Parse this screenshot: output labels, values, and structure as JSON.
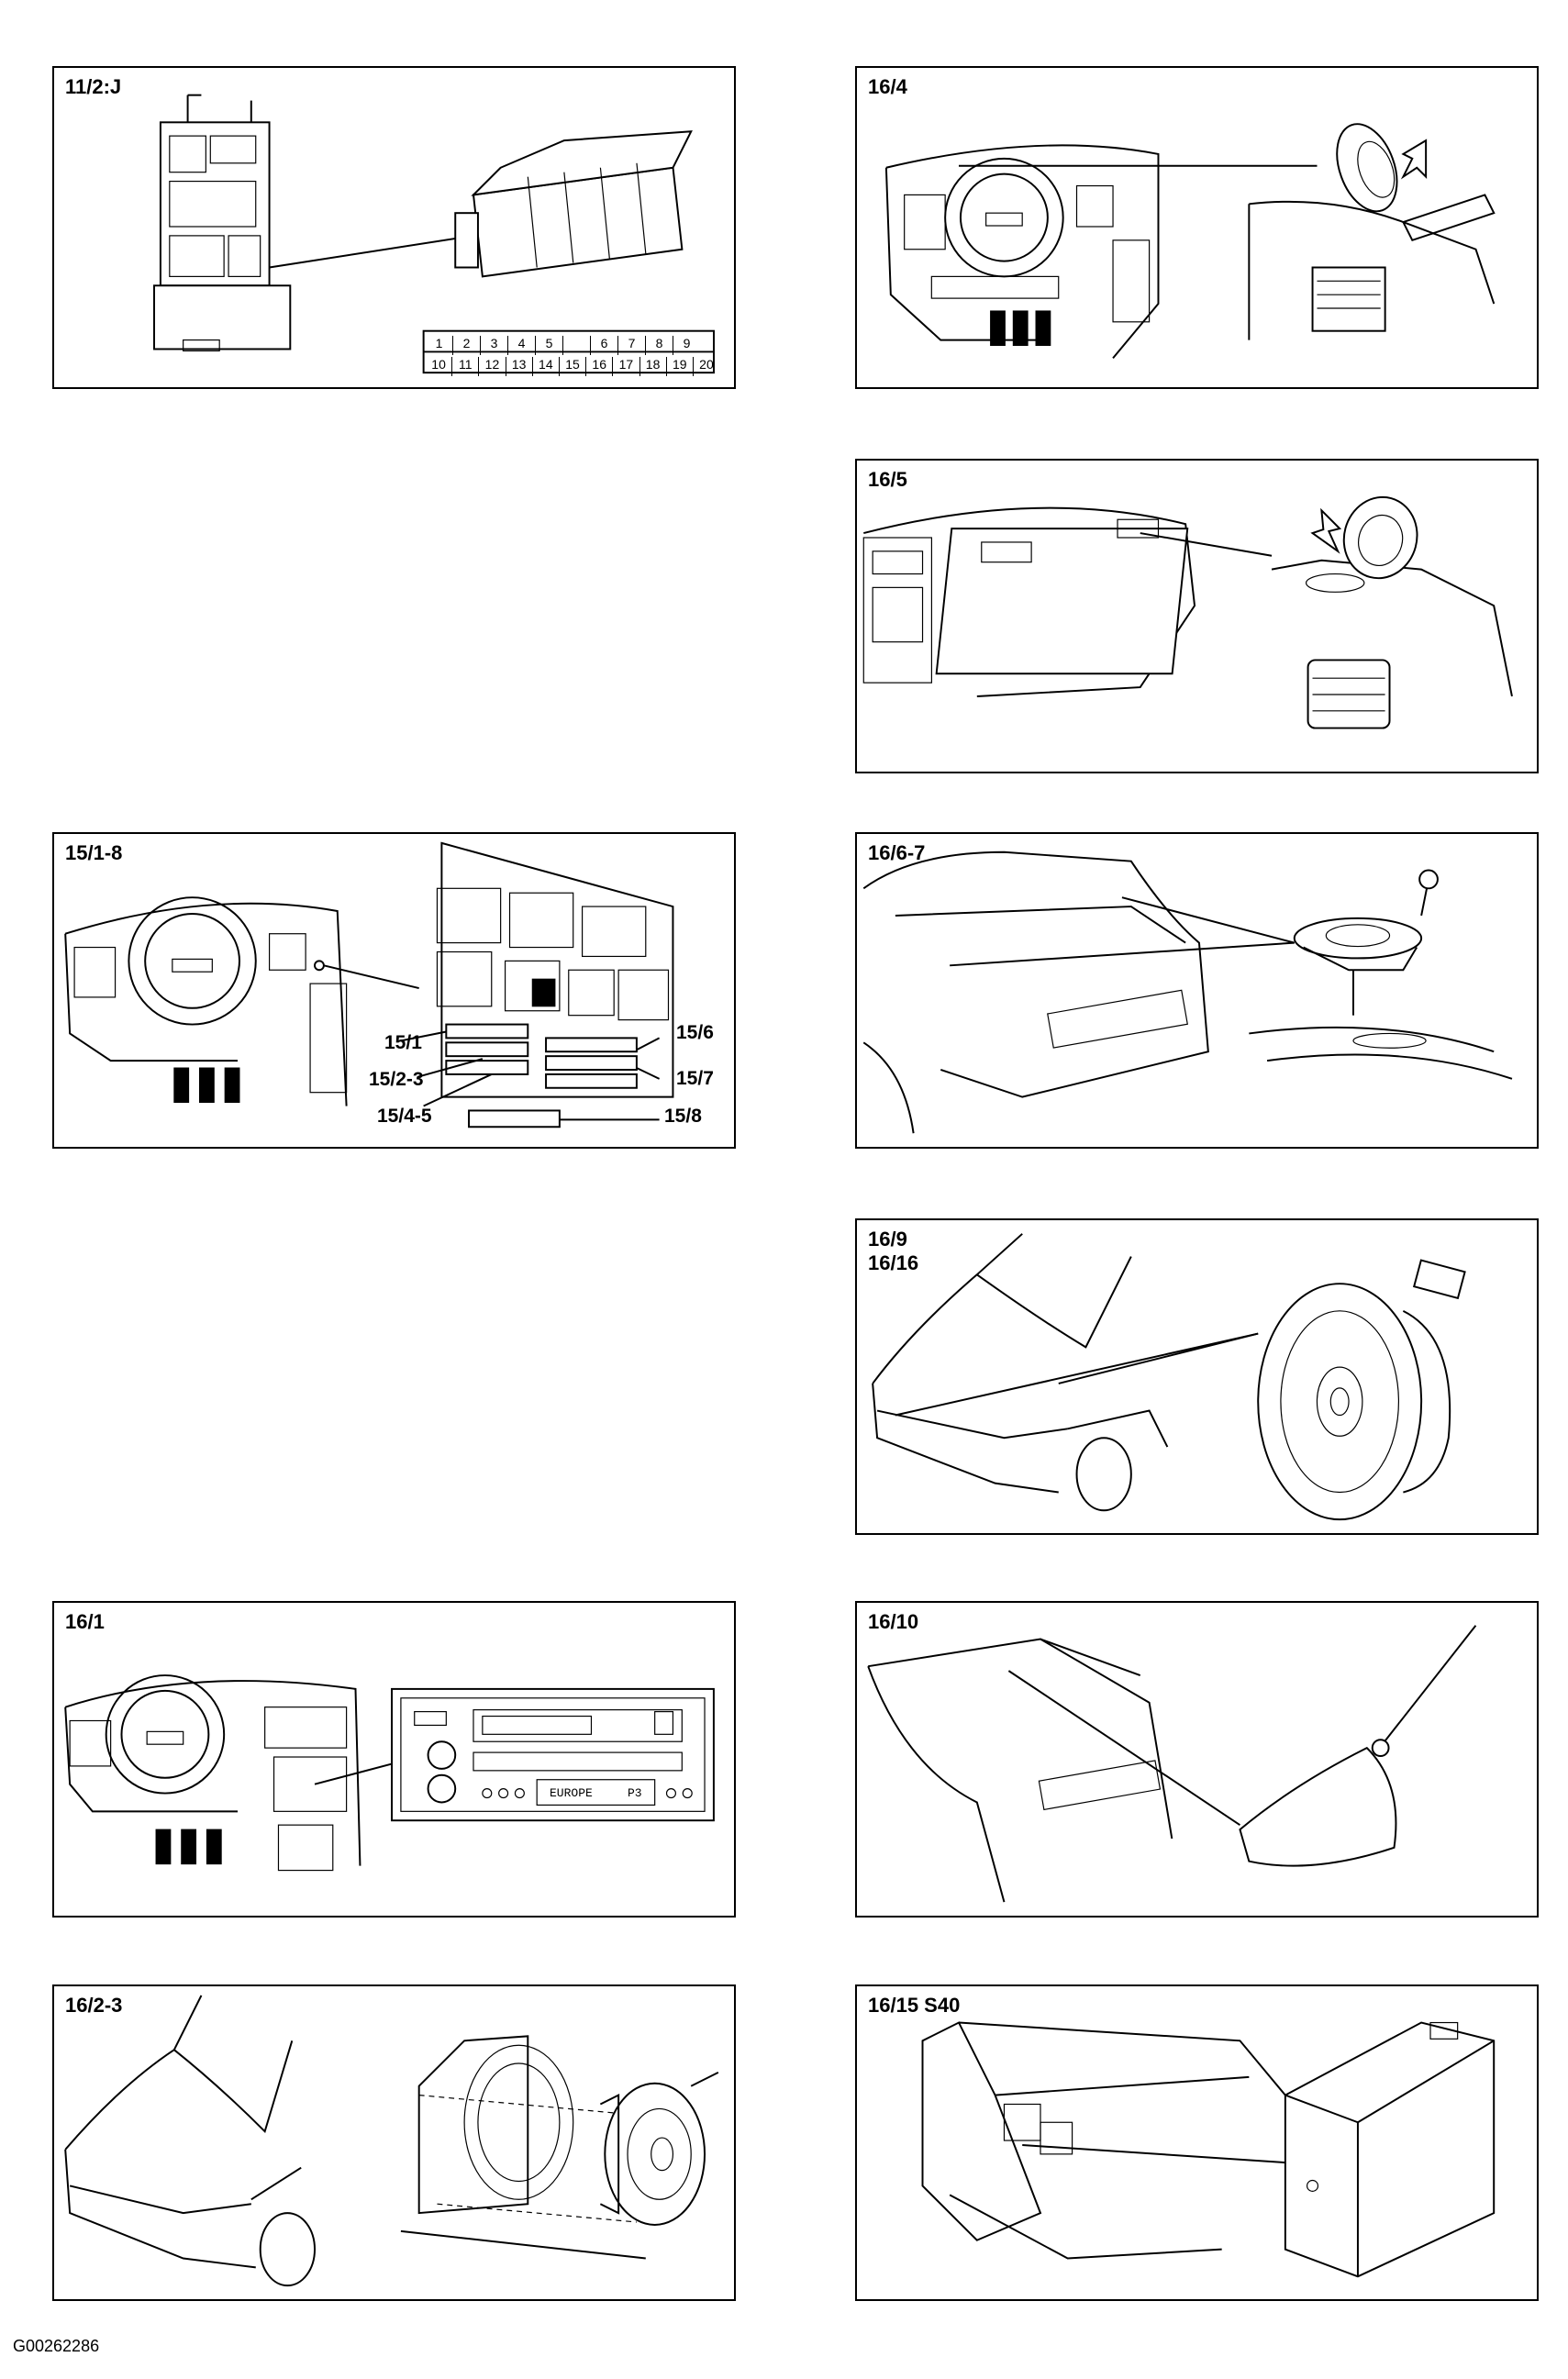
{
  "panels": [
    {
      "label": "11/2:J"
    },
    {
      "label": "16/4"
    },
    {
      "label": "16/5"
    },
    {
      "label": "15/1-8"
    },
    {
      "label": "16/6-7"
    },
    {
      "label": "16/9\n16/16"
    },
    {
      "label": "16/1"
    },
    {
      "label": "16/10"
    },
    {
      "label": "16/2-3"
    },
    {
      "label": "16/15 S40"
    }
  ],
  "connector_pins": {
    "top": [
      "1",
      "2",
      "3",
      "4",
      "5",
      "6",
      "7",
      "8",
      "9"
    ],
    "bottom": [
      "10",
      "11",
      "12",
      "13",
      "14",
      "15",
      "16",
      "17",
      "18",
      "19",
      "20"
    ]
  },
  "fuse_callouts": [
    "15/1",
    "15/2-3",
    "15/4-5",
    "15/6",
    "15/7",
    "15/8"
  ],
  "radio_display": {
    "text": "EUROPE",
    "preset": "P3"
  },
  "footer_code": "G00262286"
}
